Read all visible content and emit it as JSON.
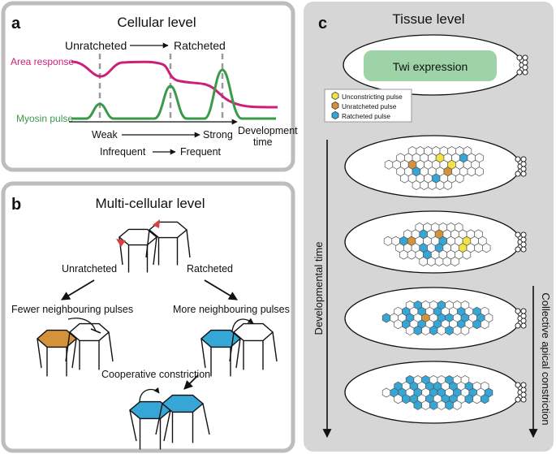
{
  "colors": {
    "panel_bg": "#d6d6d6",
    "panel_border": "#bdbdbd",
    "area_line": "#cc1f7a",
    "myosin_line": "#3a9a48",
    "dashed": "#9a9a9a",
    "unconstricting": "#f2e244",
    "unratcheted": "#d4923a",
    "ratcheted": "#36a6d6",
    "twi_band": "#9ed3a8",
    "arrow_red": "#d64042"
  },
  "panel_a": {
    "letter": "a",
    "title": "Cellular level",
    "unratcheted": "Unratcheted",
    "ratcheted": "Ratcheted",
    "area_response": "Area response",
    "myosin_pulse": "Myosin pulse",
    "weak": "Weak",
    "strong": "Strong",
    "infrequent": "Infrequent",
    "frequent": "Frequent",
    "development": "Development",
    "time": "time"
  },
  "panel_b": {
    "letter": "b",
    "title": "Multi-cellular level",
    "unratcheted": "Unratcheted",
    "ratcheted": "Ratcheted",
    "fewer": "Fewer neighbouring pulses",
    "more": "More neighbouring pulses",
    "cooperative": "Cooperative constriction"
  },
  "panel_c": {
    "letter": "c",
    "title": "Tissue level",
    "twi": "Twi expression",
    "legend": [
      "Unconstricting pulse",
      "Unratcheted pulse",
      "Ratcheted pulse"
    ],
    "dev_time": "Developmental time",
    "collective": "Collective apical constriction"
  }
}
